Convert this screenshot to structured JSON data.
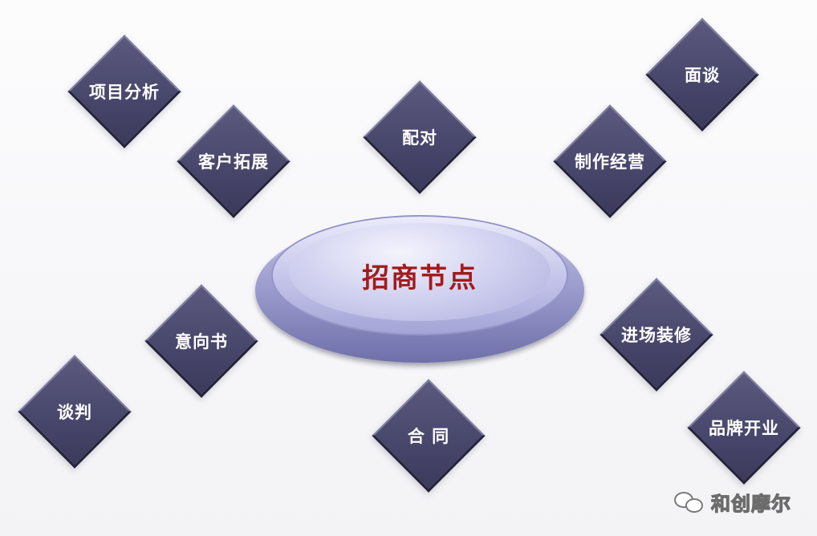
{
  "diagram": {
    "center": {
      "label": "招商节点"
    },
    "nodes": [
      {
        "id": "xiangmu-fenxi",
        "label": "项目分析"
      },
      {
        "id": "kehu-tuozhan",
        "label": "客户拓展"
      },
      {
        "id": "peidui",
        "label": "配对"
      },
      {
        "id": "zhizuo-jingying",
        "label": "制作经营"
      },
      {
        "id": "miantan",
        "label": "面谈"
      },
      {
        "id": "yixiangshu",
        "label": "意向书"
      },
      {
        "id": "tanpan",
        "label": "谈判"
      },
      {
        "id": "hetong",
        "label": "合 同"
      },
      {
        "id": "jinchang-zhuangxiu",
        "label": "进场装修"
      },
      {
        "id": "pinpai-kaiye",
        "label": "品牌开业"
      }
    ],
    "colors": {
      "node_fill": "#48476c",
      "node_text": "#ffffff",
      "center_fill": "#c3c3ea",
      "center_text": "#a31b1b"
    }
  },
  "watermark": {
    "icon": "wechat-icon",
    "text": "和创摩尔"
  }
}
